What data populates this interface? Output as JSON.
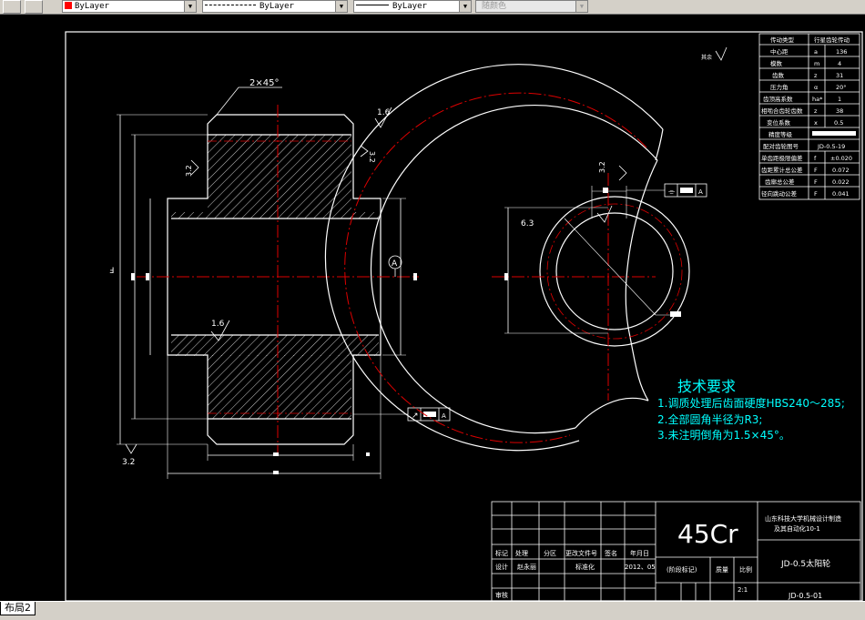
{
  "toolbar": {
    "color_value": "ByLayer",
    "linetype_value": "ByLayer",
    "lineweight_value": "ByLayer",
    "plotstyle_value": "随颜色"
  },
  "drawing": {
    "chamfer_label": "2×45°",
    "roughness_values": [
      "1.6",
      "1.6",
      "3.2",
      "3.2",
      "3.2",
      "6.3",
      "3.2"
    ],
    "datum_label": "A",
    "tolerance_datum": "A",
    "other_roughness": "其余"
  },
  "gear_params": {
    "header": [
      "传动类型",
      "行星齿轮传动"
    ],
    "rows": [
      [
        "中心距",
        "a",
        "136"
      ],
      [
        "模数",
        "m",
        "4"
      ],
      [
        "齿数",
        "z",
        "31"
      ],
      [
        "压力角",
        "α",
        "20°"
      ],
      [
        "齿顶高系数",
        "ha*",
        "1"
      ],
      [
        "相啮合齿轮齿数",
        "z",
        "38"
      ],
      [
        "变位系数",
        "x",
        "0.5"
      ],
      [
        "精度等级",
        "",
        ""
      ],
      [
        "配对齿轮图号",
        "",
        "JD-0.5-19"
      ],
      [
        "单齿距极限偏差",
        "f",
        "±0.020"
      ],
      [
        "齿距累计总公差",
        "F",
        "0.072"
      ],
      [
        "齿廓总公差",
        "F",
        "0.022"
      ],
      [
        "径向跳动公差",
        "F",
        "0.041"
      ]
    ]
  },
  "tech_req": {
    "title": "技术要求",
    "items": [
      "1.调质处理后齿面硬度HBS240～285;",
      "2.全部圆角半径为R3;",
      "3.未注明倒角为1.5×45°。"
    ]
  },
  "title_block": {
    "material": "45Cr",
    "company": "山东科技大学机械设计制造\n及其自动化10-1",
    "part_name": "JD-0.5太阳轮",
    "drawing_no": "JD-0.5-01",
    "row_labels": [
      "标记",
      "处理",
      "分区",
      "更改文件号",
      "签名",
      "年月日"
    ],
    "design_label": "设计",
    "designer": "赵永丽",
    "standard_label": "标准化",
    "date": "2012、05",
    "stage_label": "(阶段标记)",
    "weight_label": "质量",
    "scale_label": "比例",
    "scale_value": "2:1",
    "review_label": "审核"
  },
  "status": {
    "layout_tab": "布局2"
  }
}
